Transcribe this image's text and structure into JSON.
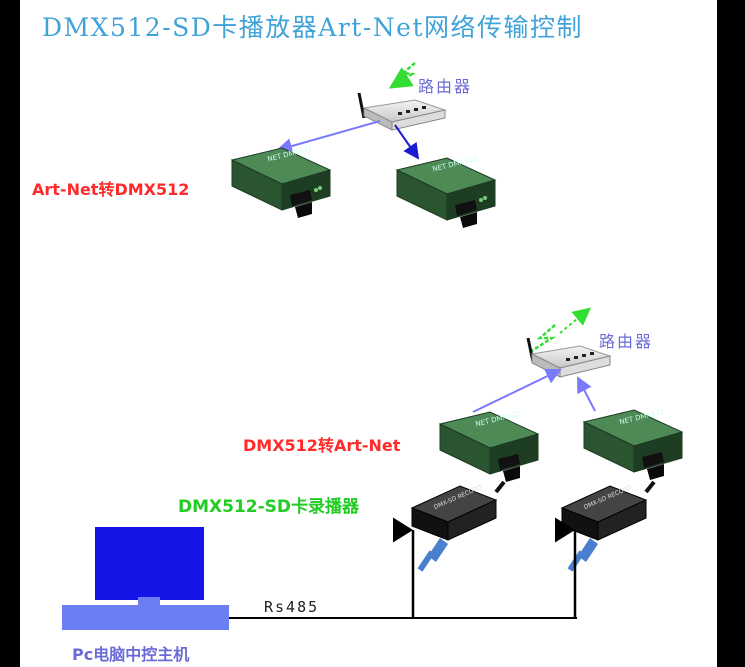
{
  "title": "DMX512-SD卡播放器Art-Net网络传输控制",
  "top": {
    "router_label": "路由器",
    "device_label": "Art-Net转DMX512",
    "device_print": "NET DMX512"
  },
  "bottom": {
    "router_label": "路由器",
    "converter_label": "DMX512转Art-Net",
    "recorder_label": "DMX512-SD卡录播器",
    "recorder_print": "DMX-SD RECORD",
    "converter_print": "NET DMX512",
    "bus_label": "Rs485",
    "pc_label": "Pc电脑中控主机"
  },
  "colors": {
    "title": "#3fa2d8",
    "red_label": "#ff2b2b",
    "green_label": "#22cc22",
    "blue_label": "#6b6bd8",
    "device_green": "#2e5a34",
    "pc_blue": "#1414e6",
    "pc_base": "#6b7ff2",
    "link_blue": "#7a7aff",
    "wifi_green": "#33dd33"
  }
}
